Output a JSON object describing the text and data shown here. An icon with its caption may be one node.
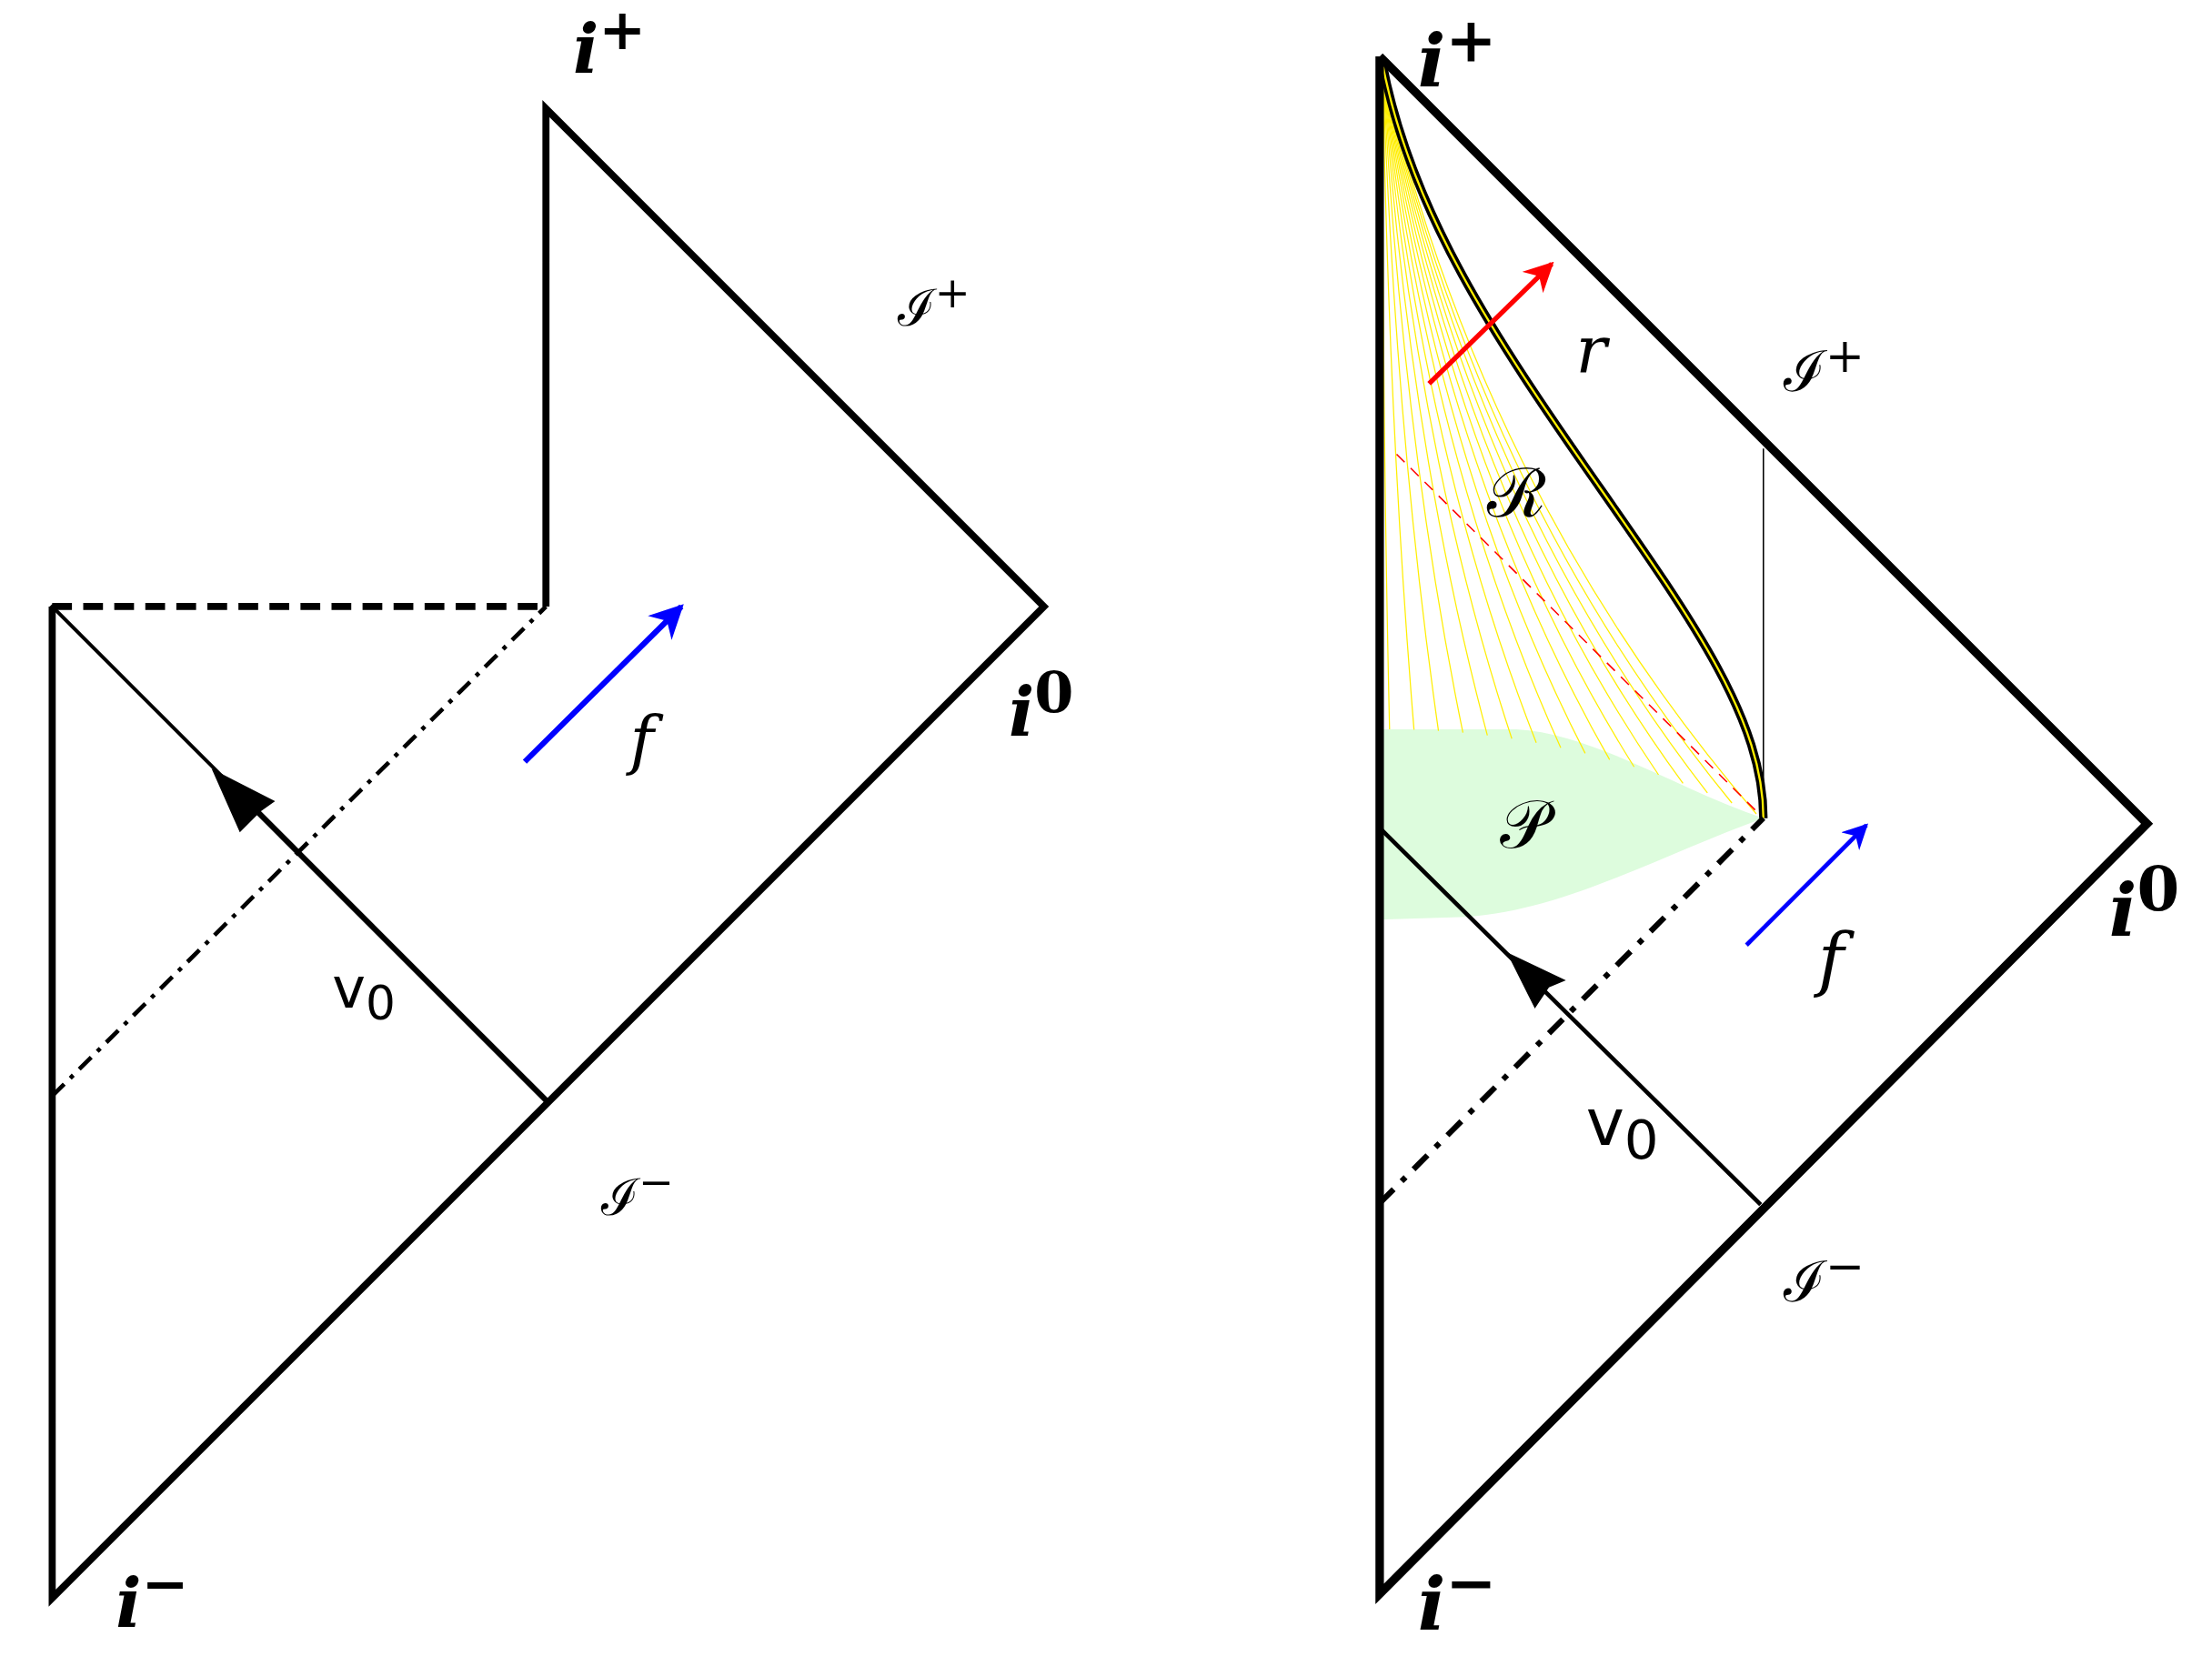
{
  "diagram": {
    "labels": [
      "*i*$^{+}$",
      "ℐ$^{+}$",
      "*i*$^{0}$",
      "*f*",
      "v$_{0}$",
      "ℐ$^{−}$",
      "*i*$^{−}$",
      "*i*$^{+}$",
      "*r*",
      "ℐ$^{+}$",
      "ℛ",
      "𝒫",
      "*i*$^{0}$",
      "*f*",
      "v$_{0}$",
      "ℐ$^{−}$",
      "*i*$^{−}$"
    ]
  }
}
